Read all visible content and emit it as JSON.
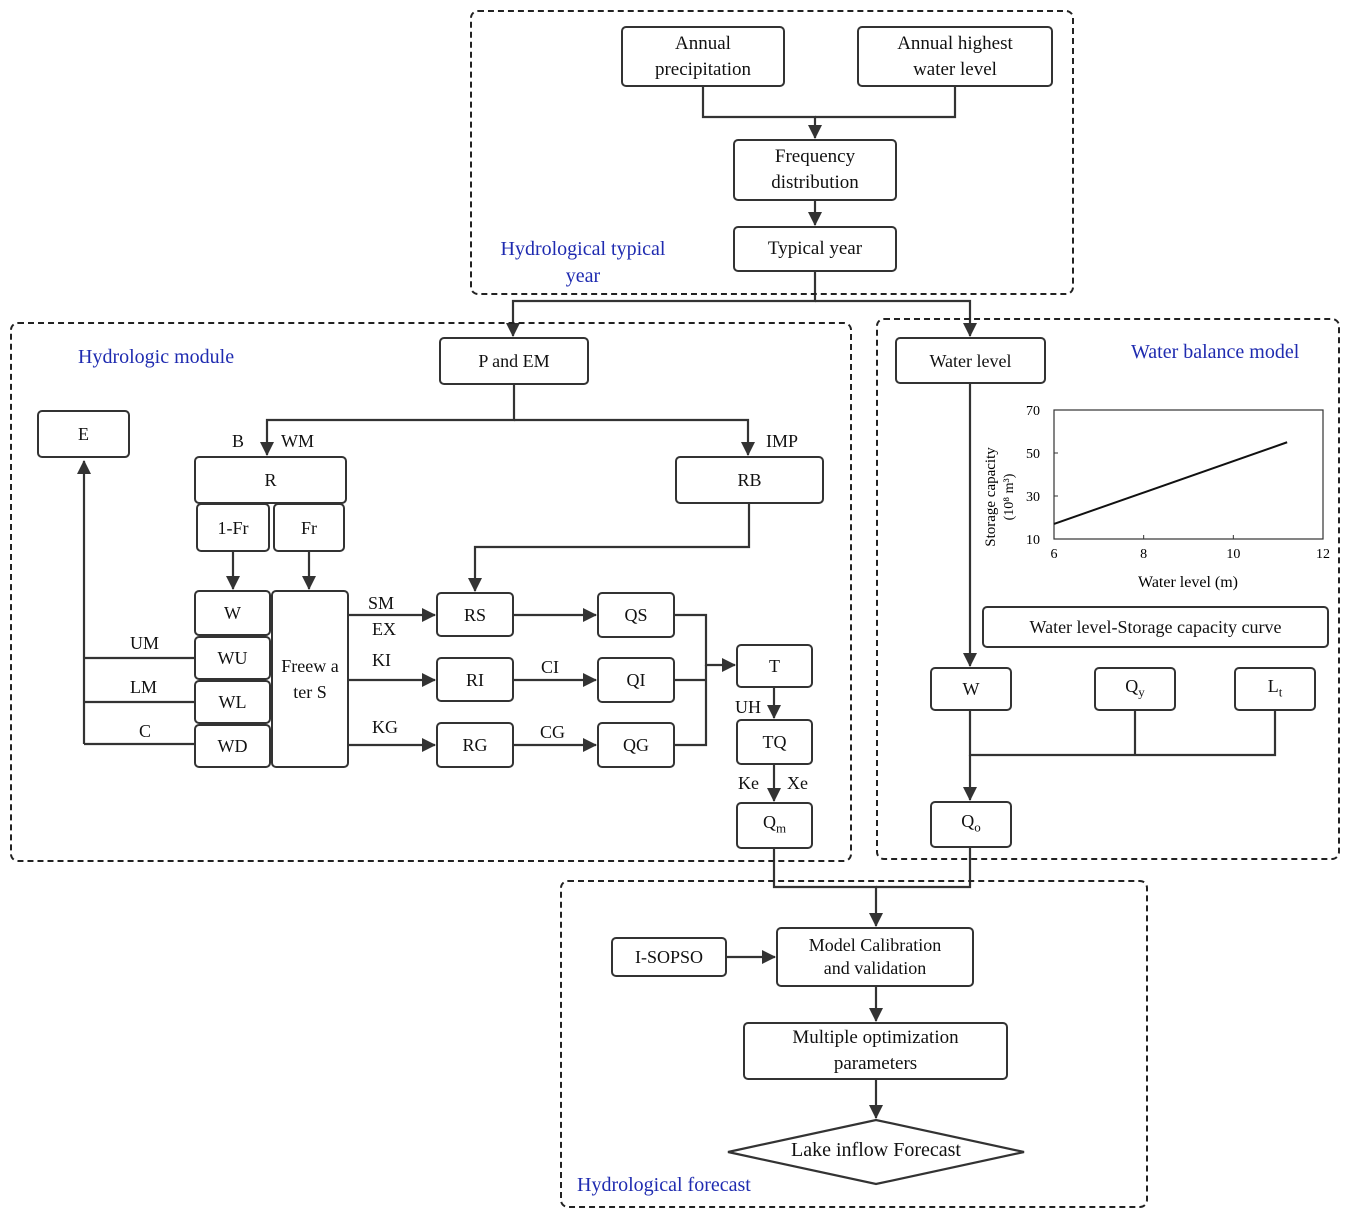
{
  "groups": {
    "typical_year": "Hydrological typical year",
    "hydrologic_module": "Hydrologic module",
    "water_balance": "Water balance model",
    "forecast": "Hydrological forecast"
  },
  "boxes": {
    "annual_precipitation": "Annual precipitation",
    "annual_highest_water_level": "Annual highest water level",
    "frequency_distribution": "Frequency distribution",
    "typical_year": "Typical year",
    "p_and_em": "P and EM",
    "e": "E",
    "r": "R",
    "rb": "RB",
    "one_minus_fr": "1-Fr",
    "fr": "Fr",
    "w": "W",
    "wu": "WU",
    "wl": "WL",
    "wd": "WD",
    "free_water_s": "Freew ater S",
    "rs": "RS",
    "ri": "RI",
    "rg": "RG",
    "qs": "QS",
    "qi": "QI",
    "qg": "QG",
    "t": "T",
    "tq": "TQ",
    "qm_base": "Q",
    "qm_sub": "m",
    "water_level": "Water level",
    "wl_storage_curve": "Water level-Storage capacity curve",
    "wb_w": "W",
    "qy_base": "Q",
    "qy_sub": "y",
    "lt_base": "L",
    "lt_sub": "t",
    "qo_base": "Q",
    "qo_sub": "o",
    "i_sopso": "I-SOPSO",
    "model_calibration": "Model Calibration and validation",
    "multiple_optimization": "Multiple optimization parameters",
    "lake_inflow_forecast": "Lake inflow Forecast"
  },
  "labels": {
    "b": "B",
    "wm": "WM",
    "imp": "IMP",
    "um": "UM",
    "lm": "LM",
    "c": "C",
    "sm": "SM",
    "ex": "EX",
    "ki": "KI",
    "kg": "KG",
    "ci": "CI",
    "cg": "CG",
    "uh": "UH",
    "ke": "Ke",
    "xe": "Xe"
  },
  "chart_data": {
    "type": "line",
    "xlabel": "Water level (m)",
    "ylabel": "Storage capacity",
    "ylabel_unit": "(10⁸ m³)",
    "xlim": [
      6,
      12
    ],
    "ylim": [
      10,
      70
    ],
    "x_ticks": [
      6,
      8,
      10,
      12
    ],
    "y_ticks": [
      10,
      30,
      50,
      70
    ],
    "series": [
      {
        "x": [
          6.0,
          11.2
        ],
        "y": [
          17,
          55
        ]
      }
    ]
  }
}
